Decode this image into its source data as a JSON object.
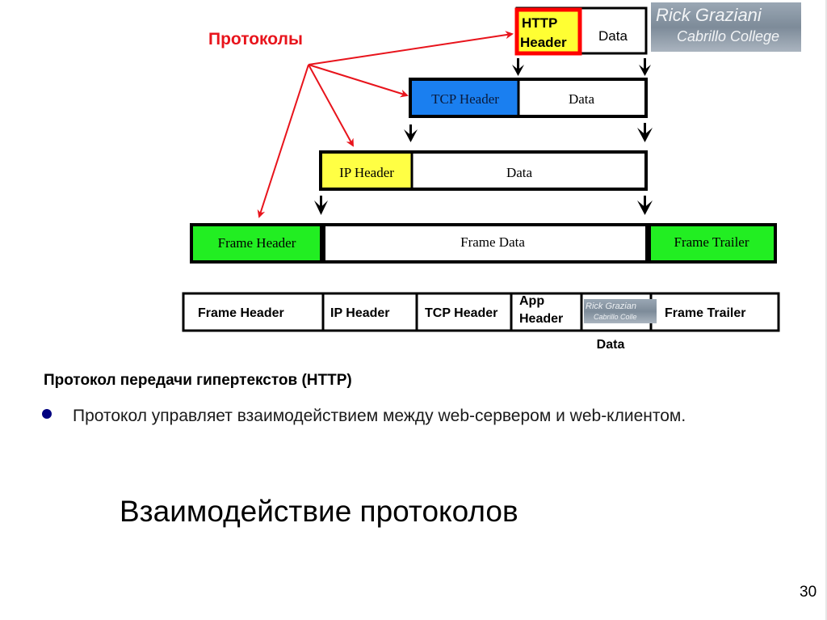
{
  "slide": {
    "title": "Взаимодействие протоколов",
    "page_number": "30",
    "heading": "Протокол передачи гипертекстов  (HTTP)",
    "bullets": [
      "Протокол управляет взаимодействием между web-сервером и web-клиентом."
    ]
  },
  "diagram": {
    "protocols_label": "Протоколы",
    "watermark": {
      "line1": "Rick Graziani",
      "line2": "Cabrillo College"
    },
    "http_row": {
      "header": [
        "HTTP",
        "Header"
      ],
      "data": "Data"
    },
    "tcp_row": {
      "header": "TCP Header",
      "data": "Data"
    },
    "ip_row": {
      "header": "IP Header",
      "data": "Data"
    },
    "frame_row": {
      "header": "Frame Header",
      "data": "Frame Data",
      "trailer": "Frame Trailer"
    },
    "final_row": {
      "cells": [
        "Frame Header",
        "IP Header",
        "TCP Header"
      ],
      "app_header": [
        "App",
        "Header"
      ],
      "data_watermark": {
        "line1": "Rick Grazian",
        "line2": "Cabrillo Colle"
      },
      "trailer": "Frame Trailer",
      "data_label": "Data"
    },
    "colors": {
      "arrow_red": "#e8141c",
      "http_header": "#ffff33",
      "http_border": "#ff0000",
      "tcp_header": "#1a7ff0",
      "ip_header": "#ffff44",
      "frame_green": "#22ee22",
      "bullet": "#000080"
    }
  }
}
